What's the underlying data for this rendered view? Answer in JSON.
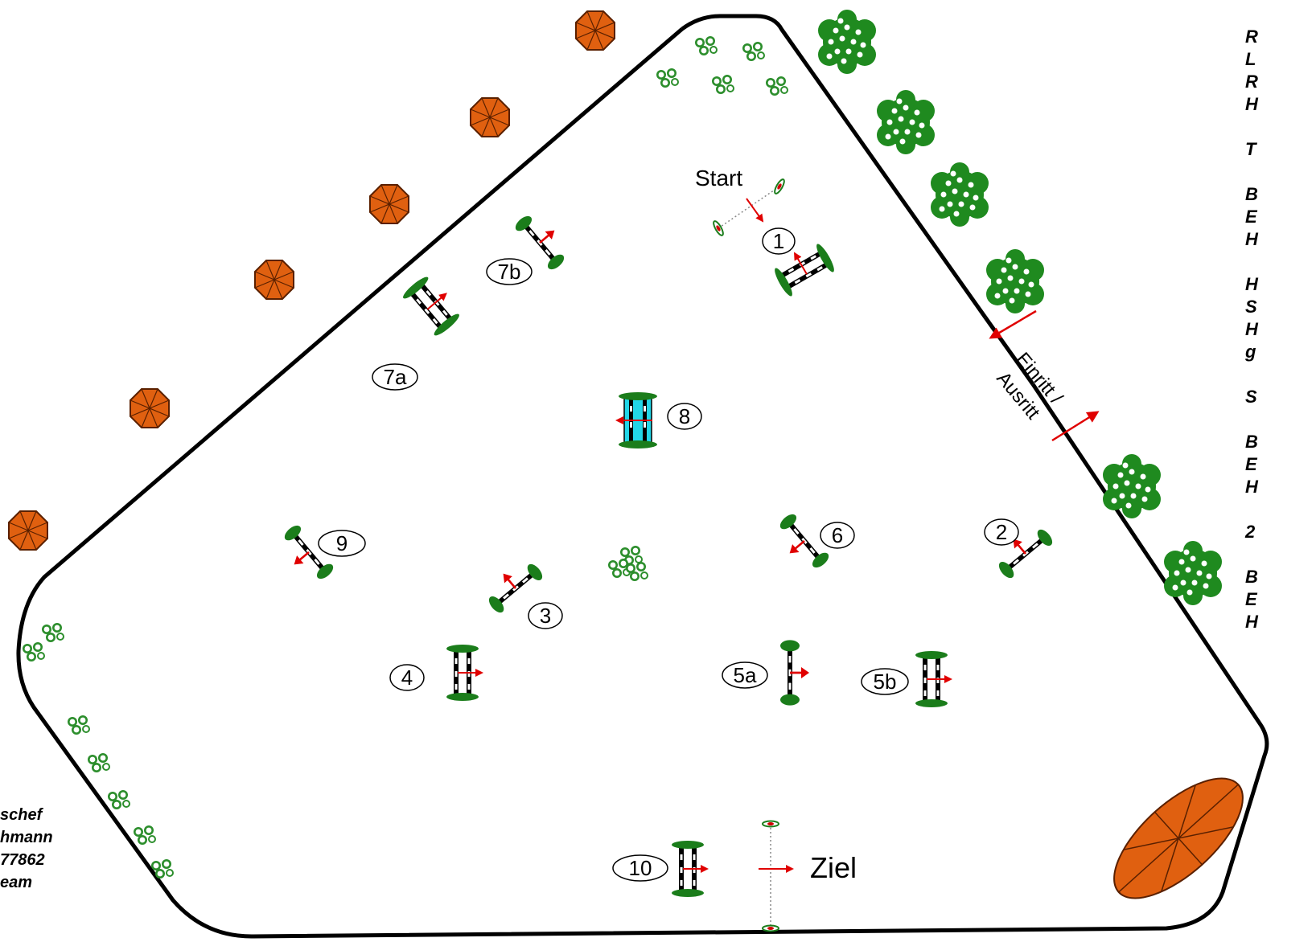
{
  "course": {
    "start_label": "Start",
    "finish_label": "Ziel",
    "entrance_label_1": "Einritt /",
    "entrance_label_2": "Ausritt",
    "obstacles": [
      {
        "id": "1"
      },
      {
        "id": "2"
      },
      {
        "id": "3"
      },
      {
        "id": "4"
      },
      {
        "id": "5a"
      },
      {
        "id": "5b"
      },
      {
        "id": "6"
      },
      {
        "id": "7a"
      },
      {
        "id": "7b"
      },
      {
        "id": "8"
      },
      {
        "id": "9"
      },
      {
        "id": "10"
      }
    ]
  },
  "right_panel": {
    "lines": [
      "R",
      "L",
      "R",
      "H",
      "",
      "T",
      "",
      "B",
      "E",
      "H",
      "",
      "H",
      "S",
      "H",
      "g",
      "",
      "S",
      "",
      "B",
      "E",
      "H",
      "",
      "2",
      "",
      "B",
      "E",
      "H"
    ]
  },
  "bottom_left_panel": {
    "lines": [
      "schef",
      "hmann",
      "77862",
      "eam"
    ]
  },
  "colors": {
    "fence_green": "#1b7d1b",
    "arrow_red": "#e00000",
    "water_cyan": "#22d6e8",
    "umbrella_orange": "#e06010",
    "tree_green": "#1f8a1f"
  }
}
